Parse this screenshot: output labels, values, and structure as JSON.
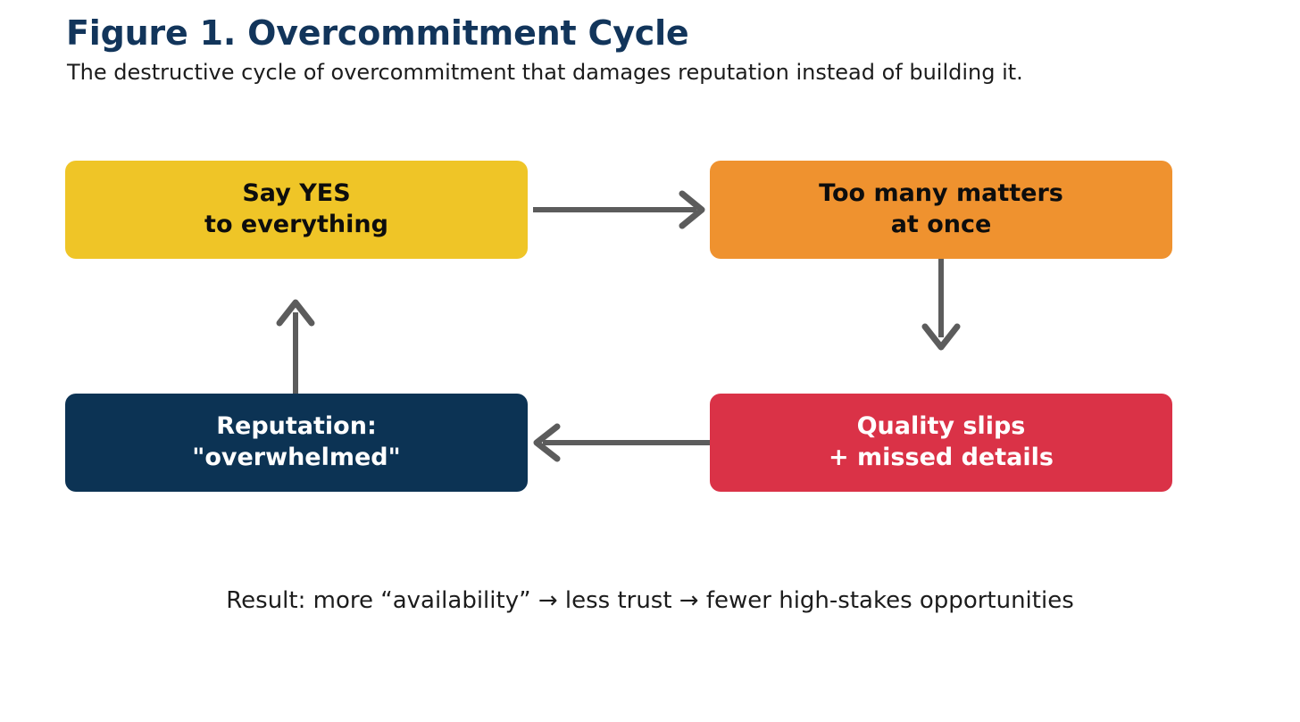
{
  "figure": {
    "title": "Figure 1. Overcommitment Cycle",
    "subtitle": "The destructive cycle of overcommitment that damages reputation instead of building it.",
    "footer": "Result: more “availability” → less trust → fewer high-stakes opportunities",
    "background": "#ffffff",
    "title_color": "#12355B",
    "text_color": "#1c1c1c",
    "arrow_color": "#5C5C5C"
  },
  "nodes": [
    {
      "id": "say-yes",
      "label": "Say YES\nto everything",
      "line1": "Say YES",
      "line2": "to everything",
      "fill": "#EFC527",
      "text_color": "#0d0d0d",
      "position": "top-left"
    },
    {
      "id": "too-many-matters",
      "label": "Too many matters\nat once",
      "line1": "Too many matters",
      "line2": "at once",
      "fill": "#EF922F",
      "text_color": "#0d0d0d",
      "position": "top-right"
    },
    {
      "id": "quality-slips",
      "label": "Quality slips\n+ missed details",
      "line1": "Quality slips",
      "line2": "+ missed details",
      "fill": "#DA3247",
      "text_color": "#ffffff",
      "position": "bottom-right"
    },
    {
      "id": "reputation-overwhelmed",
      "label": "Reputation:\n\"overwhelmed\"",
      "line1": "Reputation:",
      "line2": "\"overwhelmed\"",
      "fill": "#0C3354",
      "text_color": "#ffffff",
      "position": "bottom-left"
    }
  ],
  "arrows": [
    {
      "id": "yes-to-toomany",
      "from": "say-yes",
      "to": "too-many-matters",
      "direction": "right",
      "color": "#5C5C5C"
    },
    {
      "id": "toomany-to-quality",
      "from": "too-many-matters",
      "to": "quality-slips",
      "direction": "down",
      "color": "#5C5C5C"
    },
    {
      "id": "quality-to-reputation",
      "from": "quality-slips",
      "to": "reputation-overwhelmed",
      "direction": "left",
      "color": "#5C5C5C"
    },
    {
      "id": "reputation-to-yes",
      "from": "reputation-overwhelmed",
      "to": "say-yes",
      "direction": "up",
      "color": "#5C5C5C"
    }
  ]
}
